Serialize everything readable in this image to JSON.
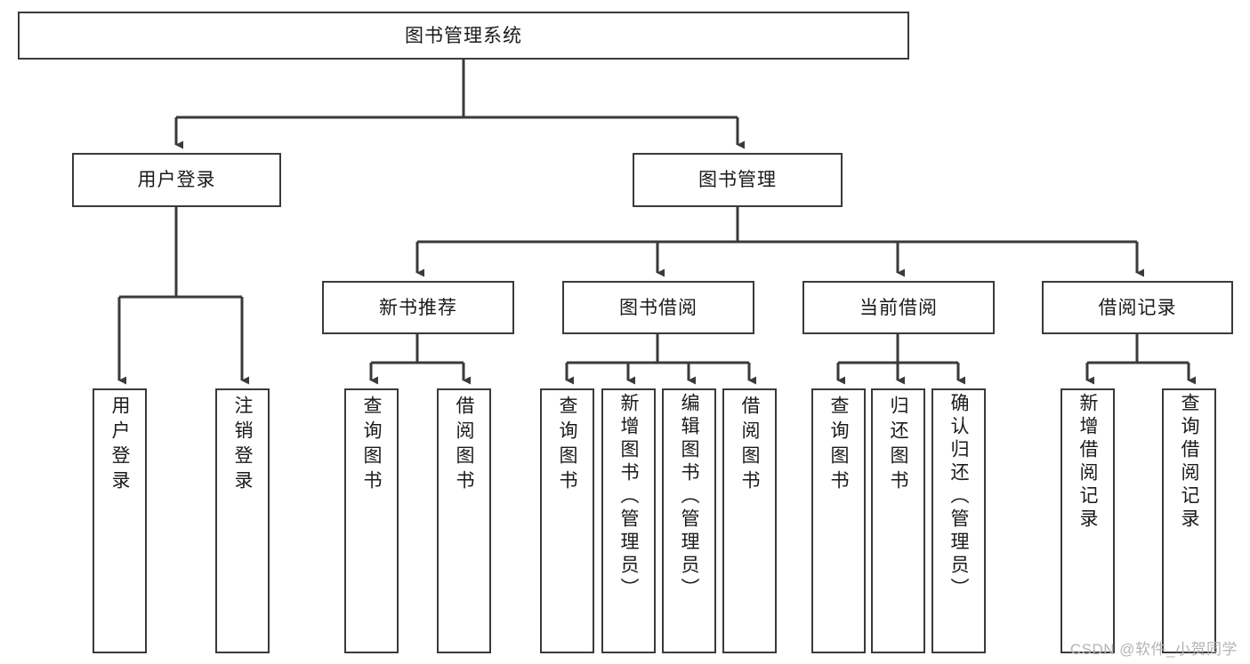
{
  "diagram": {
    "title": "图书管理系统",
    "type": "tree",
    "orientation": "top-down",
    "colors": {
      "box_border": "#3a3a3a",
      "box_fill": "#ffffff",
      "connector": "#3a3a3a",
      "text": "#1a1a1a",
      "watermark": "#b4b4b4",
      "background": "#ffffff"
    },
    "root": {
      "label": "图书管理系统"
    },
    "level1": [
      {
        "label": "用户登录"
      },
      {
        "label": "图书管理"
      }
    ],
    "level2": [
      {
        "label": "新书推荐"
      },
      {
        "label": "图书借阅"
      },
      {
        "label": "当前借阅"
      },
      {
        "label": "借阅记录"
      }
    ],
    "leaves": {
      "user_login": [
        {
          "label": "用户登录"
        },
        {
          "label": "注销登录"
        }
      ],
      "new_book_recommend": [
        {
          "label": "查询图书"
        },
        {
          "label": "借阅图书"
        }
      ],
      "book_borrow": [
        {
          "label": "查询图书"
        },
        {
          "label": "新增图书（管理员）"
        },
        {
          "label": "编辑图书（管理员）"
        },
        {
          "label": "借阅图书"
        }
      ],
      "current_borrow": [
        {
          "label": "查询图书"
        },
        {
          "label": "归还图书"
        },
        {
          "label": "确认归还（管理员）"
        }
      ],
      "borrow_record": [
        {
          "label": "新增借阅记录"
        },
        {
          "label": "查询借阅记录"
        }
      ]
    }
  },
  "watermark": {
    "text": "CSDN @软件_小贺同学"
  }
}
